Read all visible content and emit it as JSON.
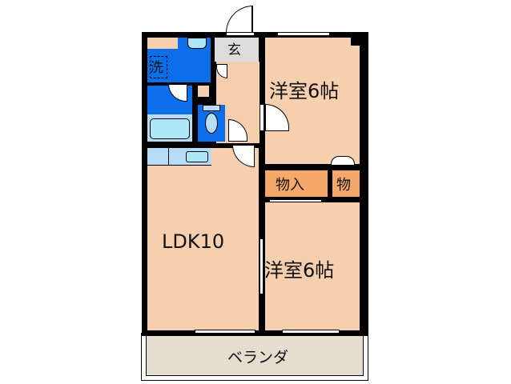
{
  "floor_plan": {
    "colors": {
      "room": "#f5cfae",
      "wet_area": "#0a6fe8",
      "fixture": "#b7dcf8",
      "fixture_light": "#aee8f8",
      "entrance": "#dcdcdc",
      "storage": "#f5a869",
      "veranda": "#e6dccf",
      "wall": "#000000"
    },
    "rooms": {
      "entrance": "玄",
      "laundry": "洗",
      "western_room_1": "洋室6帖",
      "western_room_2": "洋室6帖",
      "ldk": "LDK10",
      "closet": "物入",
      "small_closet": "物",
      "veranda": "ベランダ"
    }
  }
}
